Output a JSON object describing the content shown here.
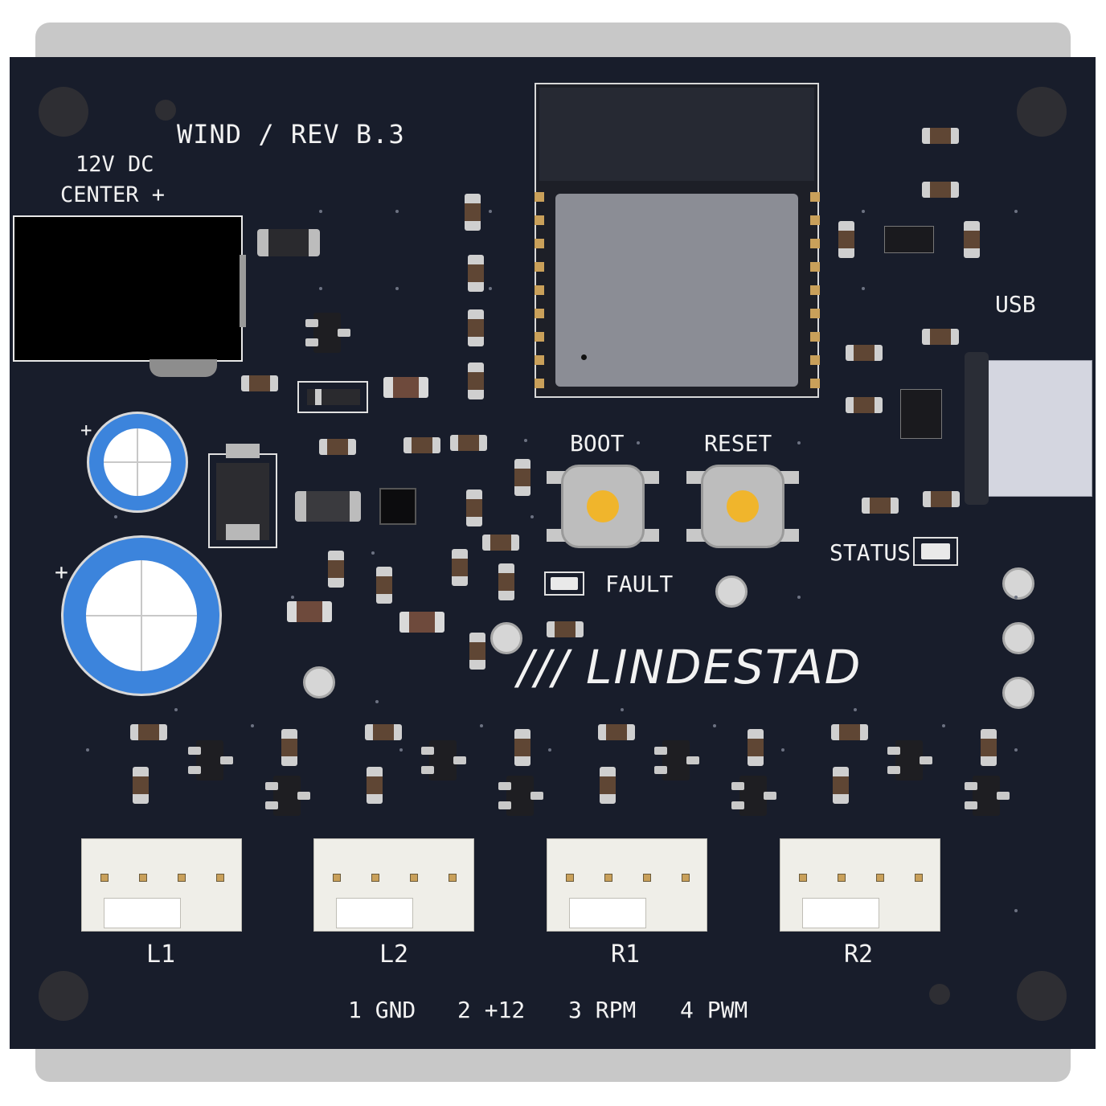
{
  "board": {
    "title": "WIND / REV B.3",
    "power_label_1": "12V DC",
    "power_label_2": "CENTER +",
    "brand": "/// LINDESTAD",
    "usb_label": "USB",
    "status_label": "STATUS",
    "fault_label": "FAULT",
    "boot_label": "BOOT",
    "reset_label": "RESET",
    "cap_plus": "+",
    "connectors": [
      "L1",
      "L2",
      "R1",
      "R2"
    ],
    "pinout": [
      "1 GND",
      "2 +12",
      "3 RPM",
      "4 PWM"
    ]
  },
  "colors": {
    "pcb": "#181d2b",
    "silkscreen": "#f2f2f2",
    "capacitor_sleeve": "#3c84dc",
    "button_cap": "#f0b52c",
    "connector_body": "#efeee8"
  },
  "icons": [
    "dc-jack-icon",
    "electrolytic-capacitor-icon",
    "tactile-button-icon",
    "usb-connector-icon",
    "led-icon",
    "mounting-hole-icon"
  ]
}
